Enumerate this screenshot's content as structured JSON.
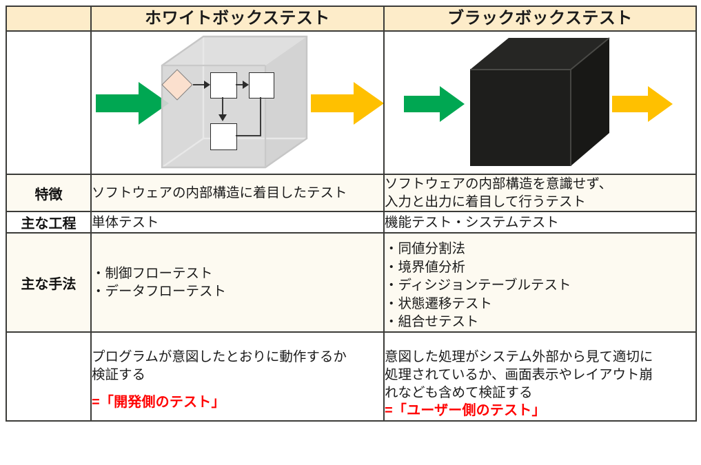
{
  "table": {
    "columns": [
      {
        "key": "label",
        "header": ""
      },
      {
        "key": "whitebox",
        "header": "ホワイトボックステスト"
      },
      {
        "key": "blackbox",
        "header": "ブラックボックステスト"
      }
    ],
    "rows": [
      {
        "id": "illustration",
        "label": "",
        "whitebox_illustration": "translucent-gray-cube-with-visible-flowchart",
        "blackbox_illustration": "solid-black-cube"
      },
      {
        "id": "features",
        "label": "特徴",
        "whitebox": "ソフトウェアの内部構造に着目したテスト",
        "blackbox_lines": [
          "ソフトウェアの内部構造を意識せず、",
          "入力と出力に着目して行うテスト"
        ]
      },
      {
        "id": "main-process",
        "label": "主な工程",
        "whitebox": "単体テスト",
        "blackbox": "機能テスト・システムテスト"
      },
      {
        "id": "main-methods",
        "label": "主な手法",
        "whitebox_bullets": [
          "・制御フローテスト",
          "・データフローテスト"
        ],
        "blackbox_bullets": [
          "・同値分割法",
          "・境界値分析",
          "・ディシジョンテーブルテスト",
          "・状態遷移テスト",
          "・組合せテスト"
        ]
      },
      {
        "id": "summary",
        "label": "",
        "whitebox_lines": [
          "プログラムが意図したとおりに動作するか",
          "検証する"
        ],
        "whitebox_conclusion": "=「開発側のテスト」",
        "blackbox_lines": [
          "意図した処理がシステム外部から見て適切に",
          "処理されているか、画面表示やレイアウト崩",
          "れなども含めて検証する"
        ],
        "blackbox_conclusion": "=「ユーザー側のテスト」"
      }
    ]
  },
  "colors": {
    "header_background": "#FDECC9",
    "row_tint": "#FDFAF1",
    "border": "#3B3B38",
    "arrow_in_green": "#00A752",
    "arrow_out_yellow": "#FFC000",
    "black_cube": "#1E1E1C",
    "white_cube": "#D5D5D5",
    "diamond_fill": "#FBE0CE",
    "conclusion_red": "#FF0000"
  },
  "icons": {
    "input_arrow": "arrow-right-green",
    "output_arrow": "arrow-right-yellow",
    "white_box": "transparent-cube-icon",
    "black_box": "black-cube-icon",
    "flow_decision": "diamond-decision-icon",
    "flow_process": "rectangle-process-icon"
  }
}
